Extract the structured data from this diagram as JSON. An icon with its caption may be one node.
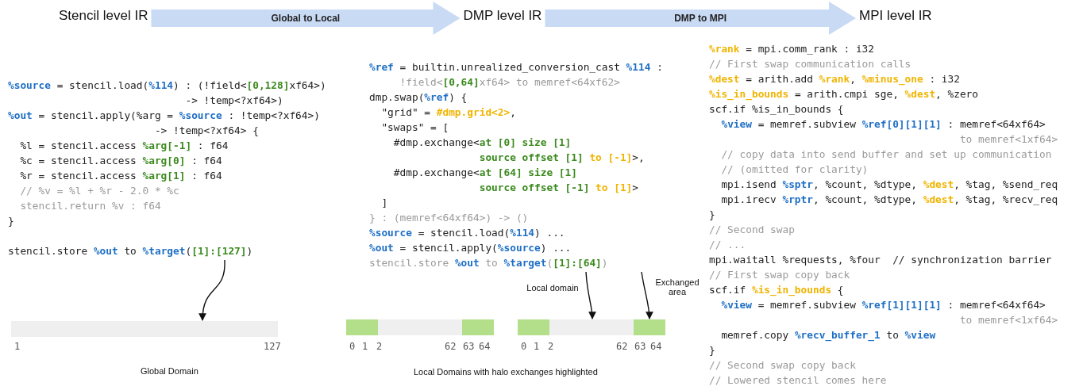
{
  "diagram": {
    "nodes": [
      {
        "text": [
          "Stencil level IR"
        ]
      },
      {
        "text": [
          "DMP level IR"
        ]
      },
      {
        "text": [
          "MPI level IR"
        ]
      },
      {
        "text": [
          "**%source** = stencil.load(**%114**) : (!field<**[0,128]**xf64>)",
          "                             -> !temp<?xf64>)",
          "**%out** = stencil.apply(%arg = **%source** : !temp<?xf64>)",
          "                        -> !temp<?xf64> {",
          "  %l = stencil.access **%arg[-1]** : f64",
          "  %c = stencil.access **%arg[0]** : f64",
          "  %r = stencil.access **%arg[1]** : f64",
          "  // %v = %l + %r - 2.0 * %c",
          "  stencil.return %v : f64",
          "}",
          "stencil.store **%out** to **%target**(**[1]:[127]**)"
        ]
      },
      {
        "text": [],
        "shape": "bar",
        "beside": [
          "1",
          "127",
          "Global Domain"
        ]
      },
      {
        "text": [
          "**%ref** = builtin.unrealized_conversion_cast **%114** :",
          "     !field<**[0,64]**xf64> to memref<64xf62>",
          "dmp.swap(**%ref**) {",
          "  \"grid\" = **#dmp.grid<2>**,",
          "  \"swaps\" = [",
          "    #dmp.exchange<**at [0] size [1]**",
          "                  **source offset [1]** **to [-1]**>,",
          "    #dmp.exchange<**at [64] size [1]**",
          "                  **source offset [-1]** **to [1]**>",
          "  ]",
          "} : (memref<64xf64>) -> ()",
          "**%source** = stencil.load(**%114**) ...",
          "**%out** = stencil.apply(**%source**) ...",
          "stencil.store **%out** to **%target**(**[1]:[64]**)"
        ]
      },
      {
        "text": [],
        "shape": "bar",
        "beside": [
          "0",
          "1",
          "2",
          "62",
          "63",
          "64"
        ]
      },
      {
        "text": [],
        "shape": "bar",
        "beside": [
          "0",
          "1",
          "2",
          "62",
          "63",
          "64"
        ]
      },
      {
        "text": [
          "**%rank** = mpi.comm_rank : i32",
          "// First swap communication calls",
          "**%dest** = arith.add **%rank**, **%minus_one** : i32",
          "**%is_in_bounds** = arith.cmpi sge, **%dest**, %zero",
          "scf.if %is_in_bounds {",
          "  **%view** = memref.subview **%ref[0][1][1]** : memref<64xf64>",
          "                                         to memref<1xf64>",
          "  // copy data into send buffer and set up communication",
          "  // (omitted for clarity)",
          "  mpi.isend **%sptr**, %count, %dtype, **%dest**, %tag, %send_req",
          "  mpi.irecv **%rptr**, %count, %dtype, **%dest**, %tag, %recv_req",
          "}",
          "// Second swap",
          "// ...",
          "mpi.waitall %requests, %four  // synchronization barrier",
          "// First swap copy back",
          "scf.if **%is_in_bounds** {",
          "  **%view** = memref.subview **%ref[1][1][1]** : memref<64xf64>",
          "                                         to memref<1xf64>",
          "  memref.copy **%recv_buffer_1** to **%view**",
          "}",
          "// Second swap copy back",
          "// Lowered stencil comes here"
        ]
      }
    ],
    "edges": [
      {
        "from": 0,
        "to": 1,
        "arrow": "to",
        "label": "Global to Local",
        "style": "thick"
      },
      {
        "from": 1,
        "to": 2,
        "arrow": "to",
        "label": "DMP to MPI",
        "style": "thick"
      },
      {
        "from": 3,
        "to": 4,
        "arrow": "to"
      },
      {
        "from": 5,
        "to": 7,
        "arrow": "to",
        "label": "Local domain"
      },
      {
        "from": 5,
        "to": 7,
        "arrow": "to",
        "label": "Exchanged area"
      }
    ],
    "labels": [
      "Local Domains with halo exchanges highlighted"
    ]
  }
}
